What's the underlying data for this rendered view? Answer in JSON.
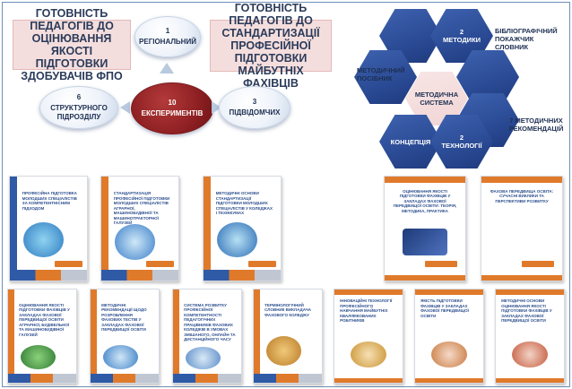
{
  "top_left": {
    "box_left": "ГОТОВНІСТЬ ПЕДАГОГІВ ДО ОЦІНЮВАННЯ ЯКОСТІ ПІДГОТОВКИ ЗДОБУВАЧІВ ФПО",
    "box_right": "ГОТОВНІСТЬ ПЕДАГОГІВ ДО СТАНДАРТИЗАЦІЇ ПРОФЕСІЙНОЇ ПІДГОТОВКИ МАЙБУТНІХ ФАХІВЦІВ",
    "circle_top": {
      "num": "1",
      "label": "РЕГІОНАЛЬНИЙ"
    },
    "circle_left": {
      "num": "6",
      "label": "СТРУКТУРНОГО ПІДРОЗДІЛУ"
    },
    "circle_center": {
      "num": "10",
      "label": "ЕКСПЕРИМЕНТІВ"
    },
    "circle_right": {
      "num": "3",
      "label": "ПІДВІДОМЧИХ"
    }
  },
  "hex_diagram": {
    "center": "МЕТОДИЧНА СИСТЕМА",
    "metodyky": {
      "num": "2",
      "label": "МЕТОДИКИ"
    },
    "kontseptsiya": "КОНЦЕПЦІЯ",
    "tekhnolohiyi": {
      "num": "2",
      "label": "ТЕХНОЛОГІЇ"
    },
    "label_bibliography": "БІБЛІОГРАФІЧНИЙ ПОКАЖЧИК СЛОВНИК",
    "label_posibnyk": "МЕТОДИЧНИЙ ПОСІБНИК",
    "label_recommendations": "7 МЕТОДИЧНИХ РЕКОМЕНДАЦІЙ"
  },
  "books_row1": [
    {
      "title": "Професійна підготовка молодших спеціалістів за компетентнісним підходом"
    },
    {
      "title": "Стандартизація професійної підготовки молодших спеціалістів аграрної, машинобудівної та машинотракторної галузей"
    },
    {
      "title": "Методичні основи стандартизації підготовки молодших спеціалістів у коледжах і технікумах"
    },
    {
      "title": "Оцінювання якості підготовки фахівців у закладах фахової передвищої освіти: теорія, методика, практика"
    },
    {
      "title": "Фахова передвища освіта: сучасні виклики та перспективи розвитку"
    }
  ],
  "books_row2": [
    {
      "title": "Оцінювання якості підготовки фахівців у закладах фахової передвищої освіти аграрної, будівельної та машинобудівної галузей"
    },
    {
      "title": "Методичні рекомендації щодо розроблення фахових тестів у закладах фахової передвищої освіти"
    },
    {
      "title": "Система розвитку професійної компетентності педагогічних працівників фахових коледжів в умовах змішаного, онлайн та дистанційного часу"
    },
    {
      "title": "Термінологічний словник викладача фахового коледжу"
    },
    {
      "title": "Інноваційні технології професійного навчання майбутніх кваліфікованих робітників"
    },
    {
      "title": "Якість підготовки фахівців у закладах фахової передвищої освіти"
    },
    {
      "title": "Методичні основи оцінювання якості підготовки фахівців у закладах фахової передвищої освіти"
    }
  ]
}
